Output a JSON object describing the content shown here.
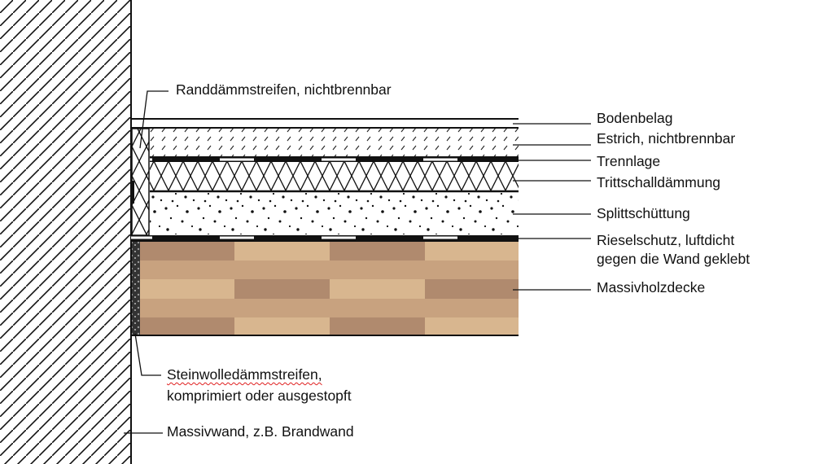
{
  "labels": {
    "randdaemmstreifen": "Randdämmstreifen, nichtbrennbar",
    "bodenbelag": "Bodenbelag",
    "estrich": "Estrich, nichtbrennbar",
    "trennlage": "Trennlage",
    "trittschall": "Trittschalldämmung",
    "splitt": "Splittschüttung",
    "rieselschutz_1": "Rieselschutz, luftdicht",
    "rieselschutz_2": "gegen die Wand geklebt",
    "massivholzdecke": "Massivholzdecke",
    "steinwolle_1": "Steinwolledämmstreifen,",
    "steinwolle_2": "komprimiert oder ausgestopft",
    "massivwand": "Massivwand, z.B. Brandwand"
  },
  "colors": {
    "wood_dark": "#b08a6e",
    "wood_light": "#d8b68f",
    "wood_mid": "#c8a27f",
    "line": "#111111",
    "spellcheck": "#e02020"
  }
}
